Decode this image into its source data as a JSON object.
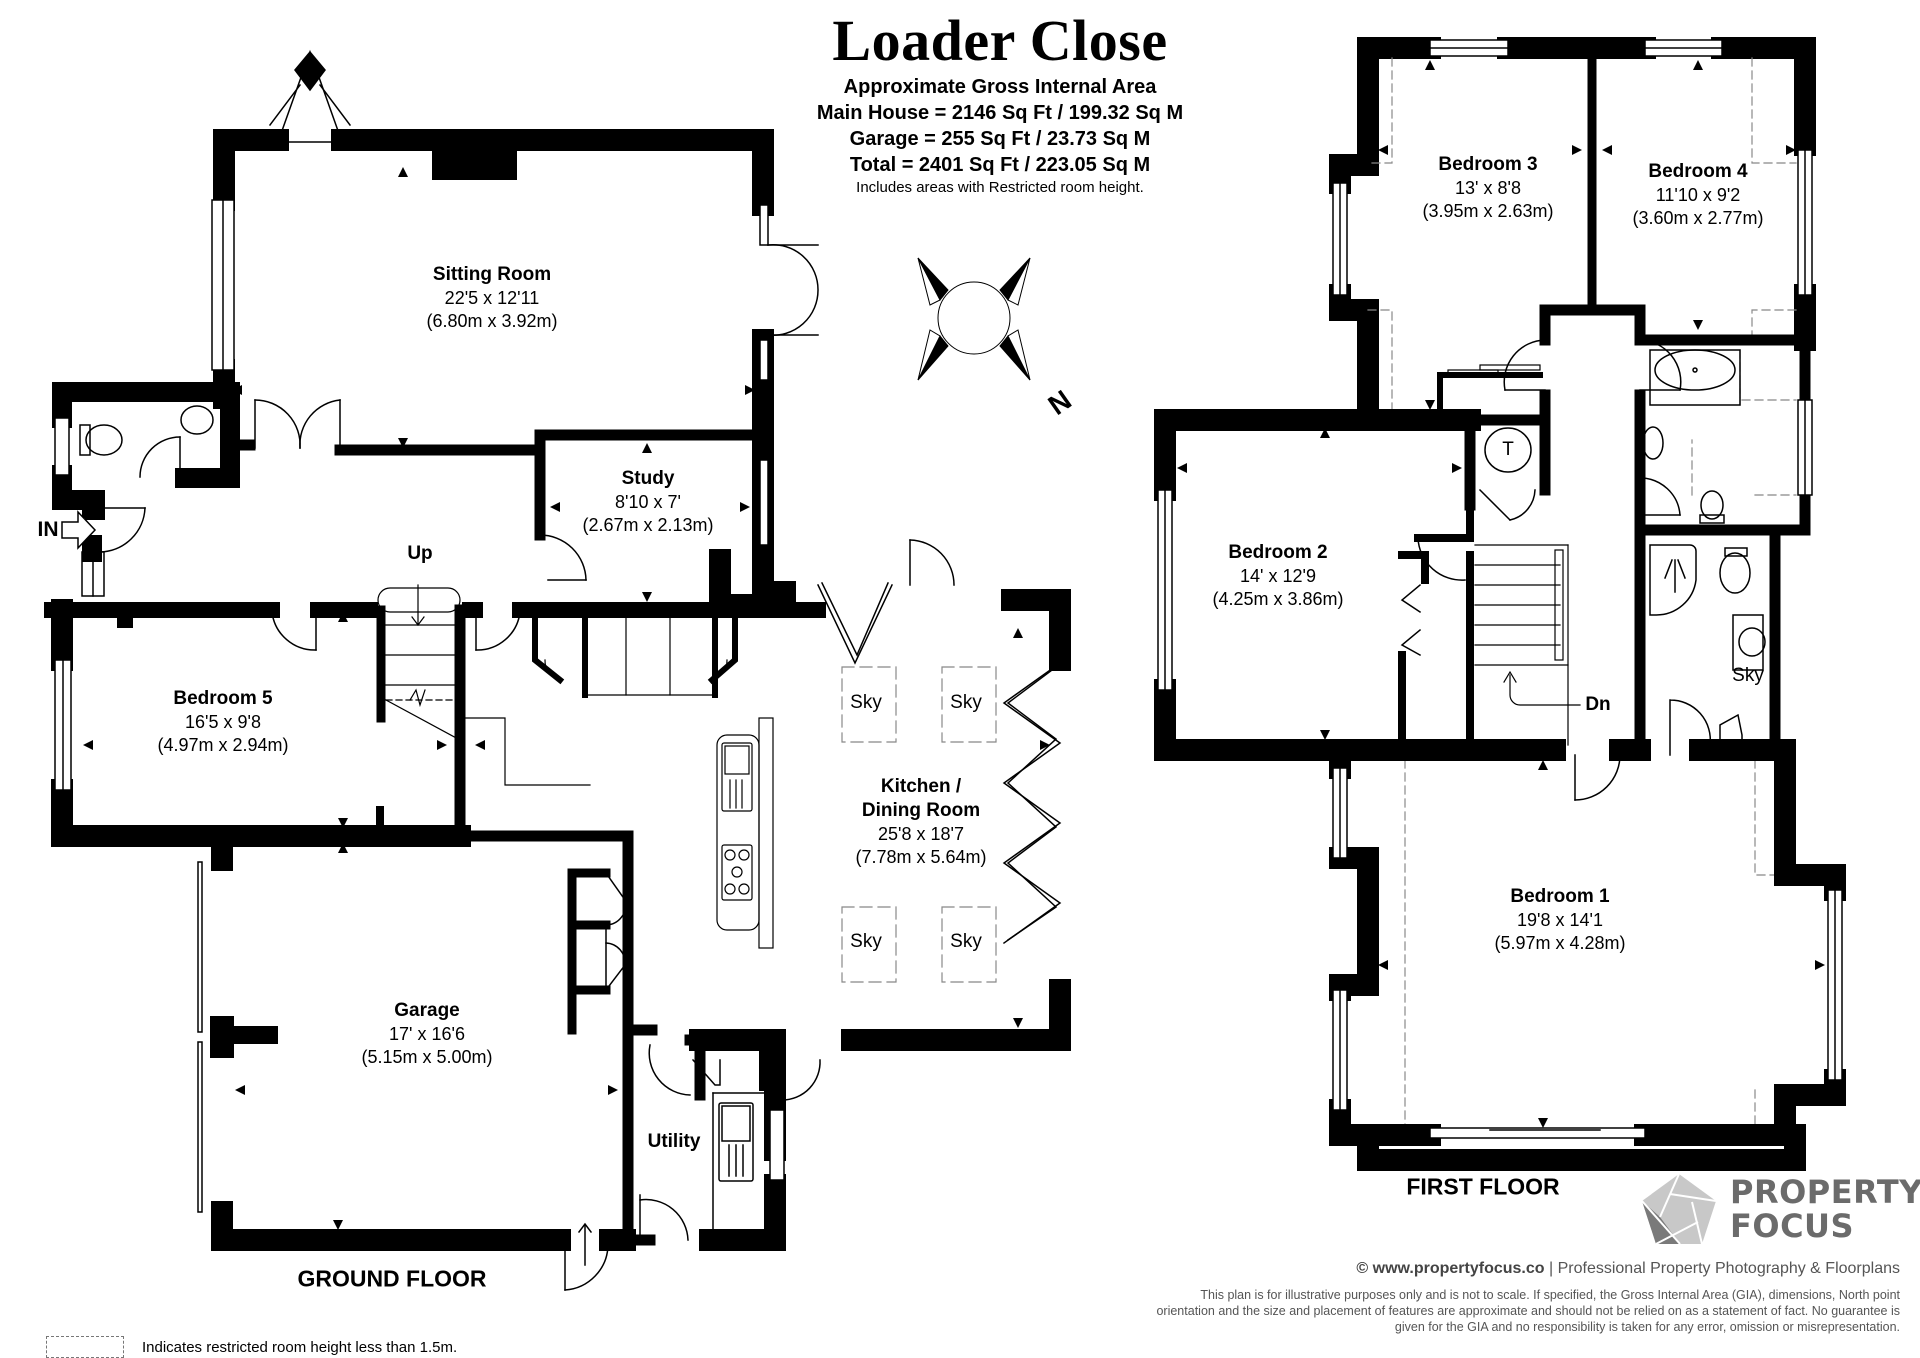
{
  "header": {
    "title": "Loader Close",
    "area_heading": "Approximate Gross Internal Area",
    "main_house": "Main House = 2146 Sq Ft / 199.32 Sq M",
    "garage": "Garage = 255 Sq Ft / 23.73 Sq M",
    "total": "Total = 2401 Sq Ft / 223.05 Sq M",
    "note": "Includes areas with Restricted room height."
  },
  "ground_floor": {
    "label": "GROUND FLOOR",
    "entrance_label": "IN",
    "stairs_label": "Up",
    "rooms": [
      {
        "name": "Sitting Room",
        "imperial": "22'5 x 12'11",
        "metric": "(6.80m x 3.92m)"
      },
      {
        "name": "Study",
        "imperial": "8'10 x 7'",
        "metric": "(2.67m x 2.13m)"
      },
      {
        "name": "Bedroom 5",
        "imperial": "16'5 x 9'8",
        "metric": "(4.97m x 2.94m)"
      },
      {
        "name": "Kitchen /",
        "name2": "Dining Room",
        "imperial": "25'8 x 18'7",
        "metric": "(7.78m x 5.64m)"
      },
      {
        "name": "Garage",
        "imperial": "17' x 16'6",
        "metric": "(5.15m x 5.00m)"
      },
      {
        "name": "Utility"
      }
    ],
    "skylights": [
      "Sky",
      "Sky",
      "Sky",
      "Sky"
    ]
  },
  "first_floor": {
    "label": "FIRST FLOOR",
    "stairs_label": "Dn",
    "tank_label": "T",
    "ensuite_skylight": "Sky",
    "rooms": [
      {
        "name": "Bedroom 3",
        "imperial": "13' x 8'8",
        "metric": "(3.95m x 2.63m)"
      },
      {
        "name": "Bedroom 4",
        "imperial": "11'10 x 9'2",
        "metric": "(3.60m x 2.77m)"
      },
      {
        "name": "Bedroom 2",
        "imperial": "14' x 12'9",
        "metric": "(4.25m x 3.86m)"
      },
      {
        "name": "Bedroom 1",
        "imperial": "19'8 x 14'1",
        "metric": "(5.97m x 4.28m)"
      }
    ]
  },
  "compass": {
    "north_label": "N"
  },
  "legend": {
    "text": "Indicates restricted room height less than 1.5m."
  },
  "brand": {
    "line1": "PROPERTY",
    "line2": "FOCUS"
  },
  "footer": {
    "site": "© www.propertyfocus.co",
    "separator": "|",
    "tagline": "Professional Property Photography & Floorplans",
    "disclaimer": "This plan is for illustrative purposes only and is not to scale. If specified, the Gross Internal Area (GIA), dimensions, North point orientation and the size and placement of features are approximate and should not be relied on as a statement of fact. No guarantee is given for the GIA and no responsibility is taken for any error, omission or misrepresentation."
  },
  "colors": {
    "wall": "#000000",
    "brand_gray": "#6b6b6b",
    "logo_light": "#c8c8c8",
    "logo_dark": "#7a7a7a",
    "dashed": "#888888"
  }
}
